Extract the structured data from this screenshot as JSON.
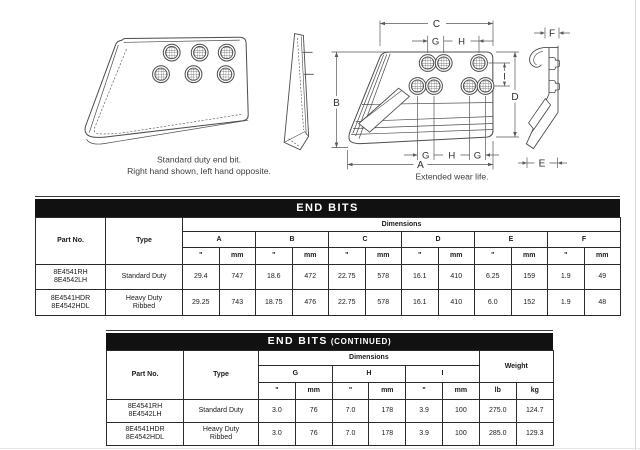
{
  "page": {
    "figures": {
      "standard": {
        "caption_line1": "Standard duty end bit.",
        "caption_line2": "Right hand shown, left hand opposite."
      },
      "extended": {
        "caption": "Extended wear life."
      },
      "dim_labels": {
        "a": "A",
        "b": "B",
        "c": "C",
        "d": "D",
        "e": "E",
        "f": "F",
        "g": "G",
        "h": "H",
        "i": "I"
      }
    },
    "table1": {
      "title": "END BITS",
      "col_part": "Part No.",
      "col_type": "Type",
      "col_dimensions": "Dimensions",
      "dims": [
        "A",
        "B",
        "C",
        "D",
        "E",
        "F"
      ],
      "unit_in": "\"",
      "unit_mm": "mm",
      "rows": [
        {
          "part_no": [
            "8E4541RH",
            "8E4542LH"
          ],
          "type_lines": [
            "Standard Duty"
          ],
          "values": [
            "29.4",
            "747",
            "18.6",
            "472",
            "22.75",
            "578",
            "16.1",
            "410",
            "6.25",
            "159",
            "1.9",
            "49"
          ]
        },
        {
          "part_no": [
            "8E4541HDR",
            "8E4542HDL"
          ],
          "type_lines": [
            "Heavy Duty",
            "Ribbed"
          ],
          "values": [
            "29.25",
            "743",
            "18.75",
            "476",
            "22.75",
            "578",
            "16.1",
            "410",
            "6.0",
            "152",
            "1.9",
            "48"
          ]
        }
      ]
    },
    "table2": {
      "title": "END BITS",
      "title_suffix": "(CONTINUED)",
      "col_part": "Part No.",
      "col_type": "Type",
      "col_dimensions": "Dimensions",
      "col_weight": "Weight",
      "dims": [
        "G",
        "H",
        "I"
      ],
      "unit_in": "\"",
      "unit_mm": "mm",
      "unit_lb": "lb",
      "unit_kg": "kg",
      "rows": [
        {
          "part_no": [
            "8E4541RH",
            "8E4542LH"
          ],
          "type_lines": [
            "Standard Duty"
          ],
          "values": [
            "3.0",
            "76",
            "7.0",
            "178",
            "3.9",
            "100"
          ],
          "weight": [
            "275.0",
            "124.7"
          ]
        },
        {
          "part_no": [
            "8E4541HDR",
            "8E4542HDL"
          ],
          "type_lines": [
            "Heavy Duty",
            "Ribbed"
          ],
          "values": [
            "3.0",
            "76",
            "7.0",
            "178",
            "3.9",
            "100"
          ],
          "weight": [
            "285.0",
            "129.3"
          ]
        }
      ]
    }
  }
}
